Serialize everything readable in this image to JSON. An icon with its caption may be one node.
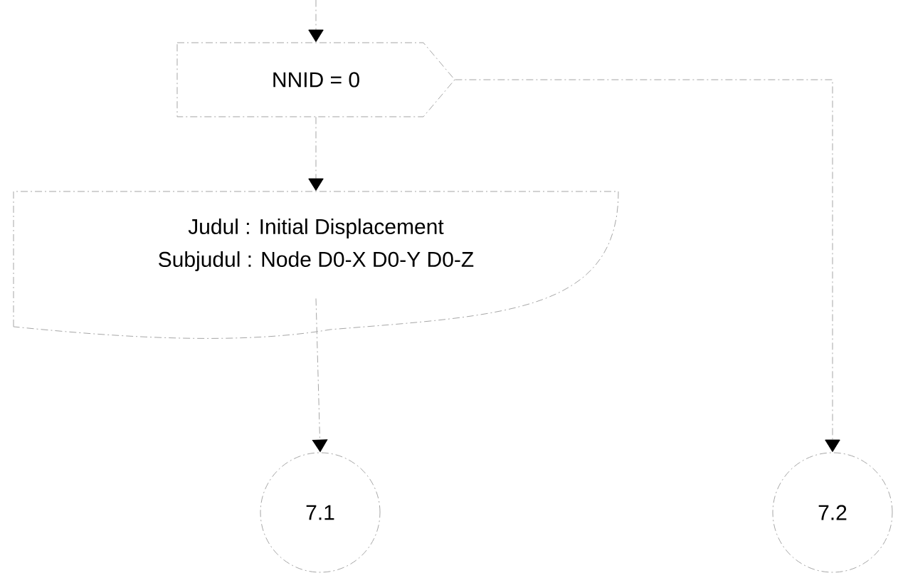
{
  "diagram": {
    "nodes": [
      {
        "text": [
          "NNID = 0"
        ]
      },
      {
        "text": [
          "Judul : Initial Displacement",
          "Subjudul : Node D0-X D0-Y D0-Z"
        ]
      },
      {
        "text": [
          "7.1"
        ]
      },
      {
        "text": [
          "7.2"
        ]
      }
    ],
    "edges": [
      {
        "from": null,
        "to": 0,
        "arrow": "to"
      },
      {
        "from": 0,
        "to": 1,
        "arrow": "to"
      },
      {
        "from": 1,
        "to": 2,
        "arrow": "to"
      },
      {
        "from": 0,
        "to": 3,
        "arrow": "to"
      }
    ]
  }
}
